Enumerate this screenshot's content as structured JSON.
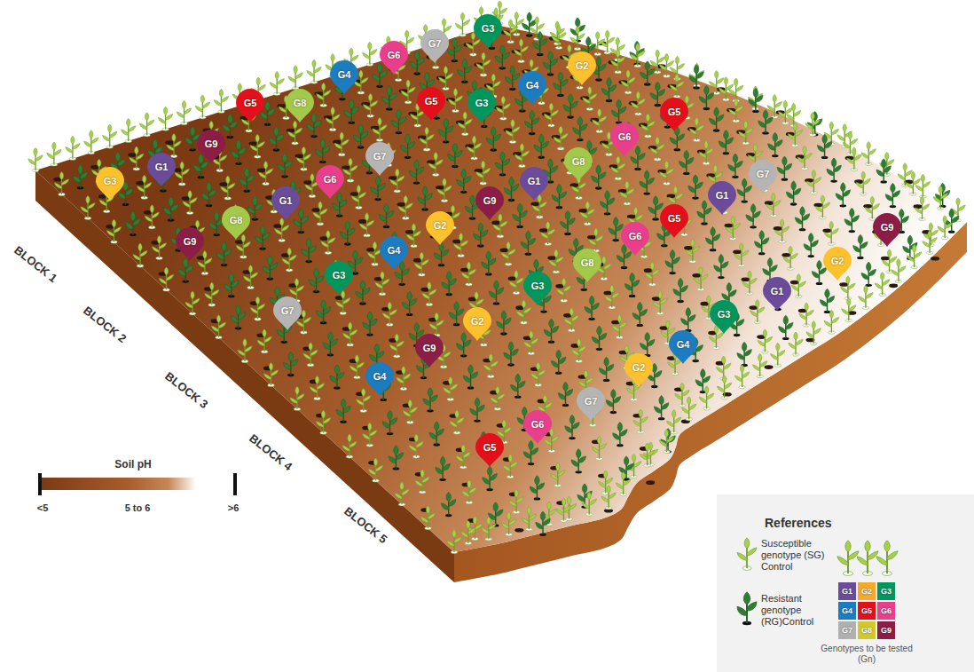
{
  "diagram": {
    "nodes": [
      {
        "text": [
          "G3"
        ]
      },
      {
        "text": [
          "G7"
        ]
      },
      {
        "text": [
          "G6"
        ]
      },
      {
        "text": [
          "G2"
        ]
      },
      {
        "text": [
          "G4"
        ]
      },
      {
        "text": [
          "G4"
        ]
      },
      {
        "text": [
          "G5"
        ]
      },
      {
        "text": [
          "G5"
        ]
      },
      {
        "text": [
          "G8"
        ]
      },
      {
        "text": [
          "G3"
        ]
      },
      {
        "text": [
          "G5"
        ]
      },
      {
        "text": [
          "G6"
        ]
      },
      {
        "text": [
          "G9"
        ]
      },
      {
        "text": [
          "G7"
        ]
      },
      {
        "text": [
          "G8"
        ]
      },
      {
        "text": [
          "G1"
        ]
      },
      {
        "text": [
          "G7"
        ]
      },
      {
        "text": [
          "G6"
        ]
      },
      {
        "text": [
          "G1"
        ]
      },
      {
        "text": [
          "G3"
        ]
      },
      {
        "text": [
          "G1"
        ]
      },
      {
        "text": [
          "G1"
        ]
      },
      {
        "text": [
          "G9"
        ]
      },
      {
        "text": [
          "G5"
        ]
      },
      {
        "text": [
          "G8"
        ]
      },
      {
        "text": [
          "G2"
        ]
      },
      {
        "text": [
          "G9"
        ]
      },
      {
        "text": [
          "G6"
        ]
      },
      {
        "text": [
          "G9"
        ]
      },
      {
        "text": [
          "G4"
        ]
      },
      {
        "text": [
          "G2"
        ]
      },
      {
        "text": [
          "G8"
        ]
      },
      {
        "text": [
          "G3"
        ]
      },
      {
        "text": [
          "G3"
        ]
      },
      {
        "text": [
          "G1"
        ]
      },
      {
        "text": [
          "G7"
        ]
      },
      {
        "text": [
          "G3"
        ]
      },
      {
        "text": [
          "G2"
        ]
      },
      {
        "text": [
          "G4"
        ]
      },
      {
        "text": [
          "G9"
        ]
      },
      {
        "text": [
          "G2"
        ]
      },
      {
        "text": [
          "G4"
        ]
      },
      {
        "text": [
          "G7"
        ]
      },
      {
        "text": [
          "G6"
        ]
      },
      {
        "text": [
          "G5"
        ]
      }
    ],
    "labels": [
      "BLOCK 1",
      "BLOCK 2",
      "BLOCK 3",
      "BLOCK 4",
      "BLOCK 5",
      "Soil pH",
      "<5",
      "5 to 6",
      ">6",
      "References",
      "Genotypes to be tested (Gn)"
    ],
    "legend": [
      {
        "text": "Susceptible genotype (SG) Control"
      },
      {
        "text": "Resistant genotype (RG)Control"
      },
      {
        "text": "G1",
        "color": "#6b4c9a"
      },
      {
        "text": "G2",
        "color": "#f5a82a"
      },
      {
        "text": "G3",
        "color": "#00965e"
      },
      {
        "text": "G4",
        "color": "#1c7cc0"
      },
      {
        "text": "G5",
        "color": "#e3101c"
      },
      {
        "text": "G6",
        "color": "#e83e8c"
      },
      {
        "text": "G7",
        "color": "#b0b0b0"
      },
      {
        "text": "G8",
        "color": "#cfc92e"
      },
      {
        "text": "G9",
        "color": "#8c1d47"
      }
    ]
  }
}
